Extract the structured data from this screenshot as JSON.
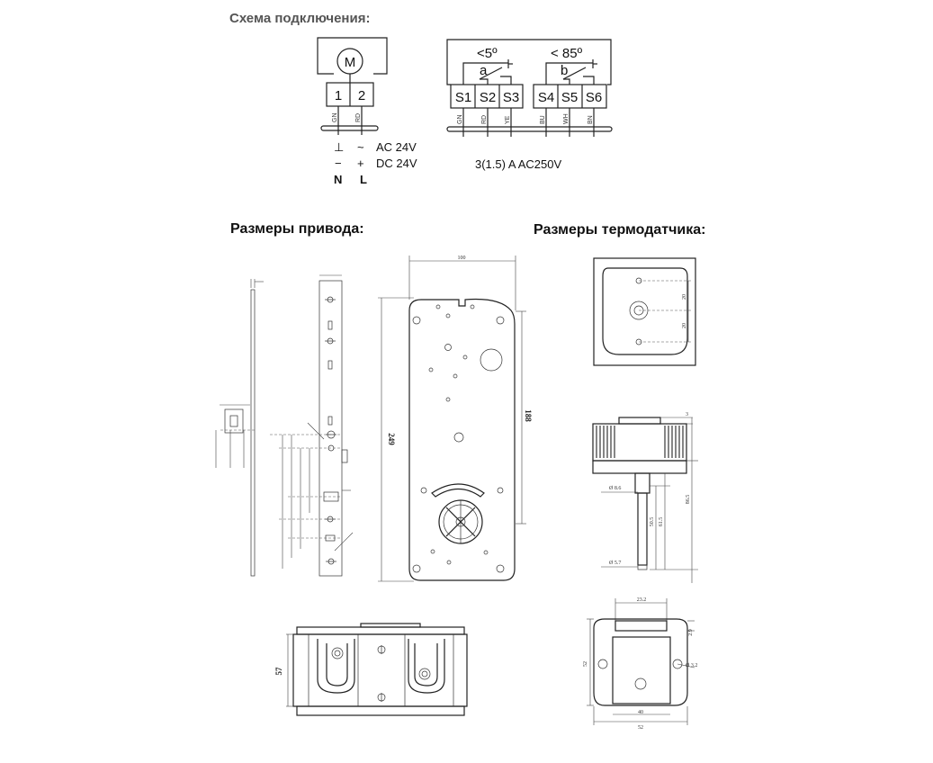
{
  "headings": {
    "wiring": "Схема подключения:",
    "actuator_dims": "Размеры привода:",
    "sensor_dims": "Размеры термодатчика:"
  },
  "motor": {
    "symbol": "M",
    "terminals": [
      "1",
      "2"
    ],
    "wires": [
      "GN",
      "RD"
    ],
    "symbols": [
      "⊥",
      "~",
      "−",
      "+"
    ],
    "supply_ac": "AC 24V",
    "supply_dc": "DC 24V",
    "pole_n": "N",
    "pole_l": "L"
  },
  "switches": {
    "angle_a": "<5º",
    "angle_b": "< 85º",
    "label_a": "a",
    "label_b": "b",
    "terminals": [
      "S1",
      "S2",
      "S3",
      "S4",
      "S5",
      "S6"
    ],
    "wires": [
      "GN",
      "RD",
      "YE",
      "BU",
      "WH",
      "BN"
    ],
    "rating": "3(1.5) A  AC250V"
  },
  "actuator": {
    "width": "100",
    "length": "249",
    "height_188": "188",
    "height_57": "57"
  },
  "sensor": {
    "d86_5": "86.5",
    "d61_5": "61.5",
    "d50_5": "50.5",
    "dia_8_6": "Ø 8.6",
    "dia_5_7": "Ø 5.7",
    "w23_2": "23.2",
    "w40": "40",
    "w52": "52",
    "h52": "52",
    "d2_9": "2.9",
    "dia_3_2": "Ø 3.2",
    "top_3": "3",
    "d20": "20",
    "d20b": "20"
  }
}
